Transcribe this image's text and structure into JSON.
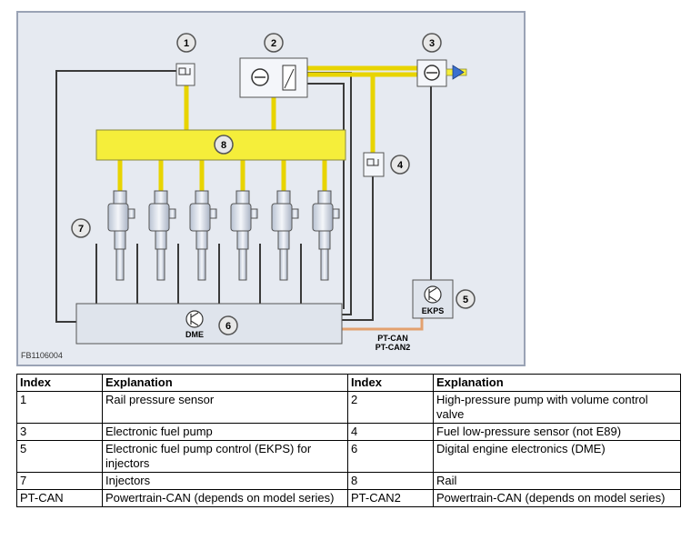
{
  "diagram": {
    "figure_id": "FB1106004",
    "callouts": [
      "1",
      "2",
      "3",
      "4",
      "5",
      "6",
      "7",
      "8"
    ],
    "labels": {
      "ekps": "EKPS",
      "dme": "DME",
      "ptcan": "PT-CAN",
      "ptcan2": "PT-CAN2"
    },
    "colors": {
      "fuel_line": "#e8d400",
      "rail_fill": "#f5ee3a",
      "can_line": "#e3a16f",
      "frame_bg": "#e6eaf1",
      "frame_border": "#9aa3b5",
      "wire": "#3a3a3a"
    },
    "icons": [
      "pressure-sensor-icon",
      "pump-motor-icon",
      "control-valve-icon",
      "fuel-pump-icon",
      "low-pressure-sensor-icon",
      "transistor-icon",
      "injector-icon"
    ]
  },
  "table": {
    "headers": [
      "Index",
      "Explanation",
      "Index",
      "Explanation"
    ],
    "rows": [
      [
        "1",
        "Rail pressure sensor",
        "2",
        "High-pressure pump with volume control valve"
      ],
      [
        "3",
        "Electronic fuel pump",
        "4",
        "Fuel low-pressure sensor (not E89)"
      ],
      [
        "5",
        "Electronic fuel pump control (EKPS) for injectors",
        "6",
        "Digital engine electronics (DME)"
      ],
      [
        "7",
        "Injectors",
        "8",
        "Rail"
      ],
      [
        "PT-CAN",
        "Powertrain-CAN (depends on model series)",
        "PT-CAN2",
        "Powertrain-CAN (depends on model series)"
      ]
    ]
  }
}
